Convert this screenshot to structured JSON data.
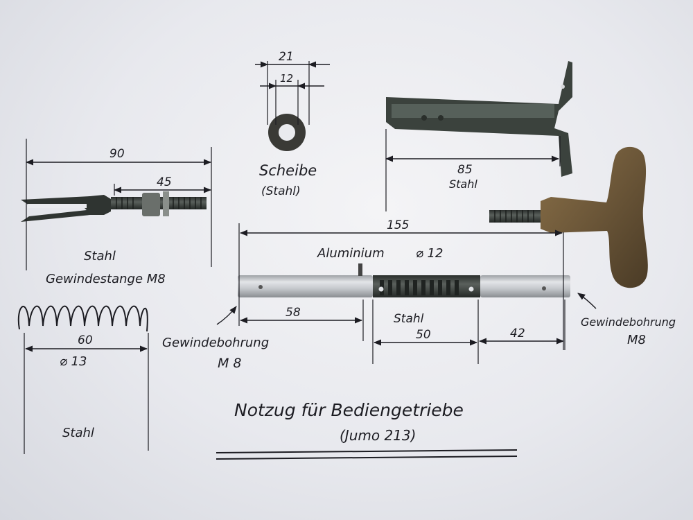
{
  "dimensions": {
    "washer_outer": "21",
    "washer_inner": "12",
    "rod_total": "90",
    "rod_thread": "45",
    "bracket": "85",
    "assembly_total": "155",
    "alu_section": "58",
    "steel_section": "50",
    "end_section": "42",
    "spring_length": "60",
    "spring_diameter": "⌀ 13"
  },
  "labels": {
    "washer_name": "Scheibe",
    "washer_material": "(Stahl)",
    "rod_material": "Stahl",
    "rod_name": "Gewindestange M8",
    "bracket_material": "Stahl",
    "tube_material": "Aluminium",
    "tube_diameter": "⌀ 12",
    "steel_insert": "Stahl",
    "left_bore_line1": "Gewindebohrung",
    "left_bore_line2": "M 8",
    "right_bore_line1": "Gewindebohrung",
    "right_bore_line2": "M8",
    "spring_material": "Stahl",
    "title": "Notzug für Bediengetriebe",
    "subtitle": "(Jumo 213)"
  },
  "colors": {
    "paper": "#eceef2",
    "ink": "#1c1c22",
    "steel_dark": "#3a3f3c",
    "aluminium": "#c9ccd0",
    "handle": "#6b5638"
  }
}
